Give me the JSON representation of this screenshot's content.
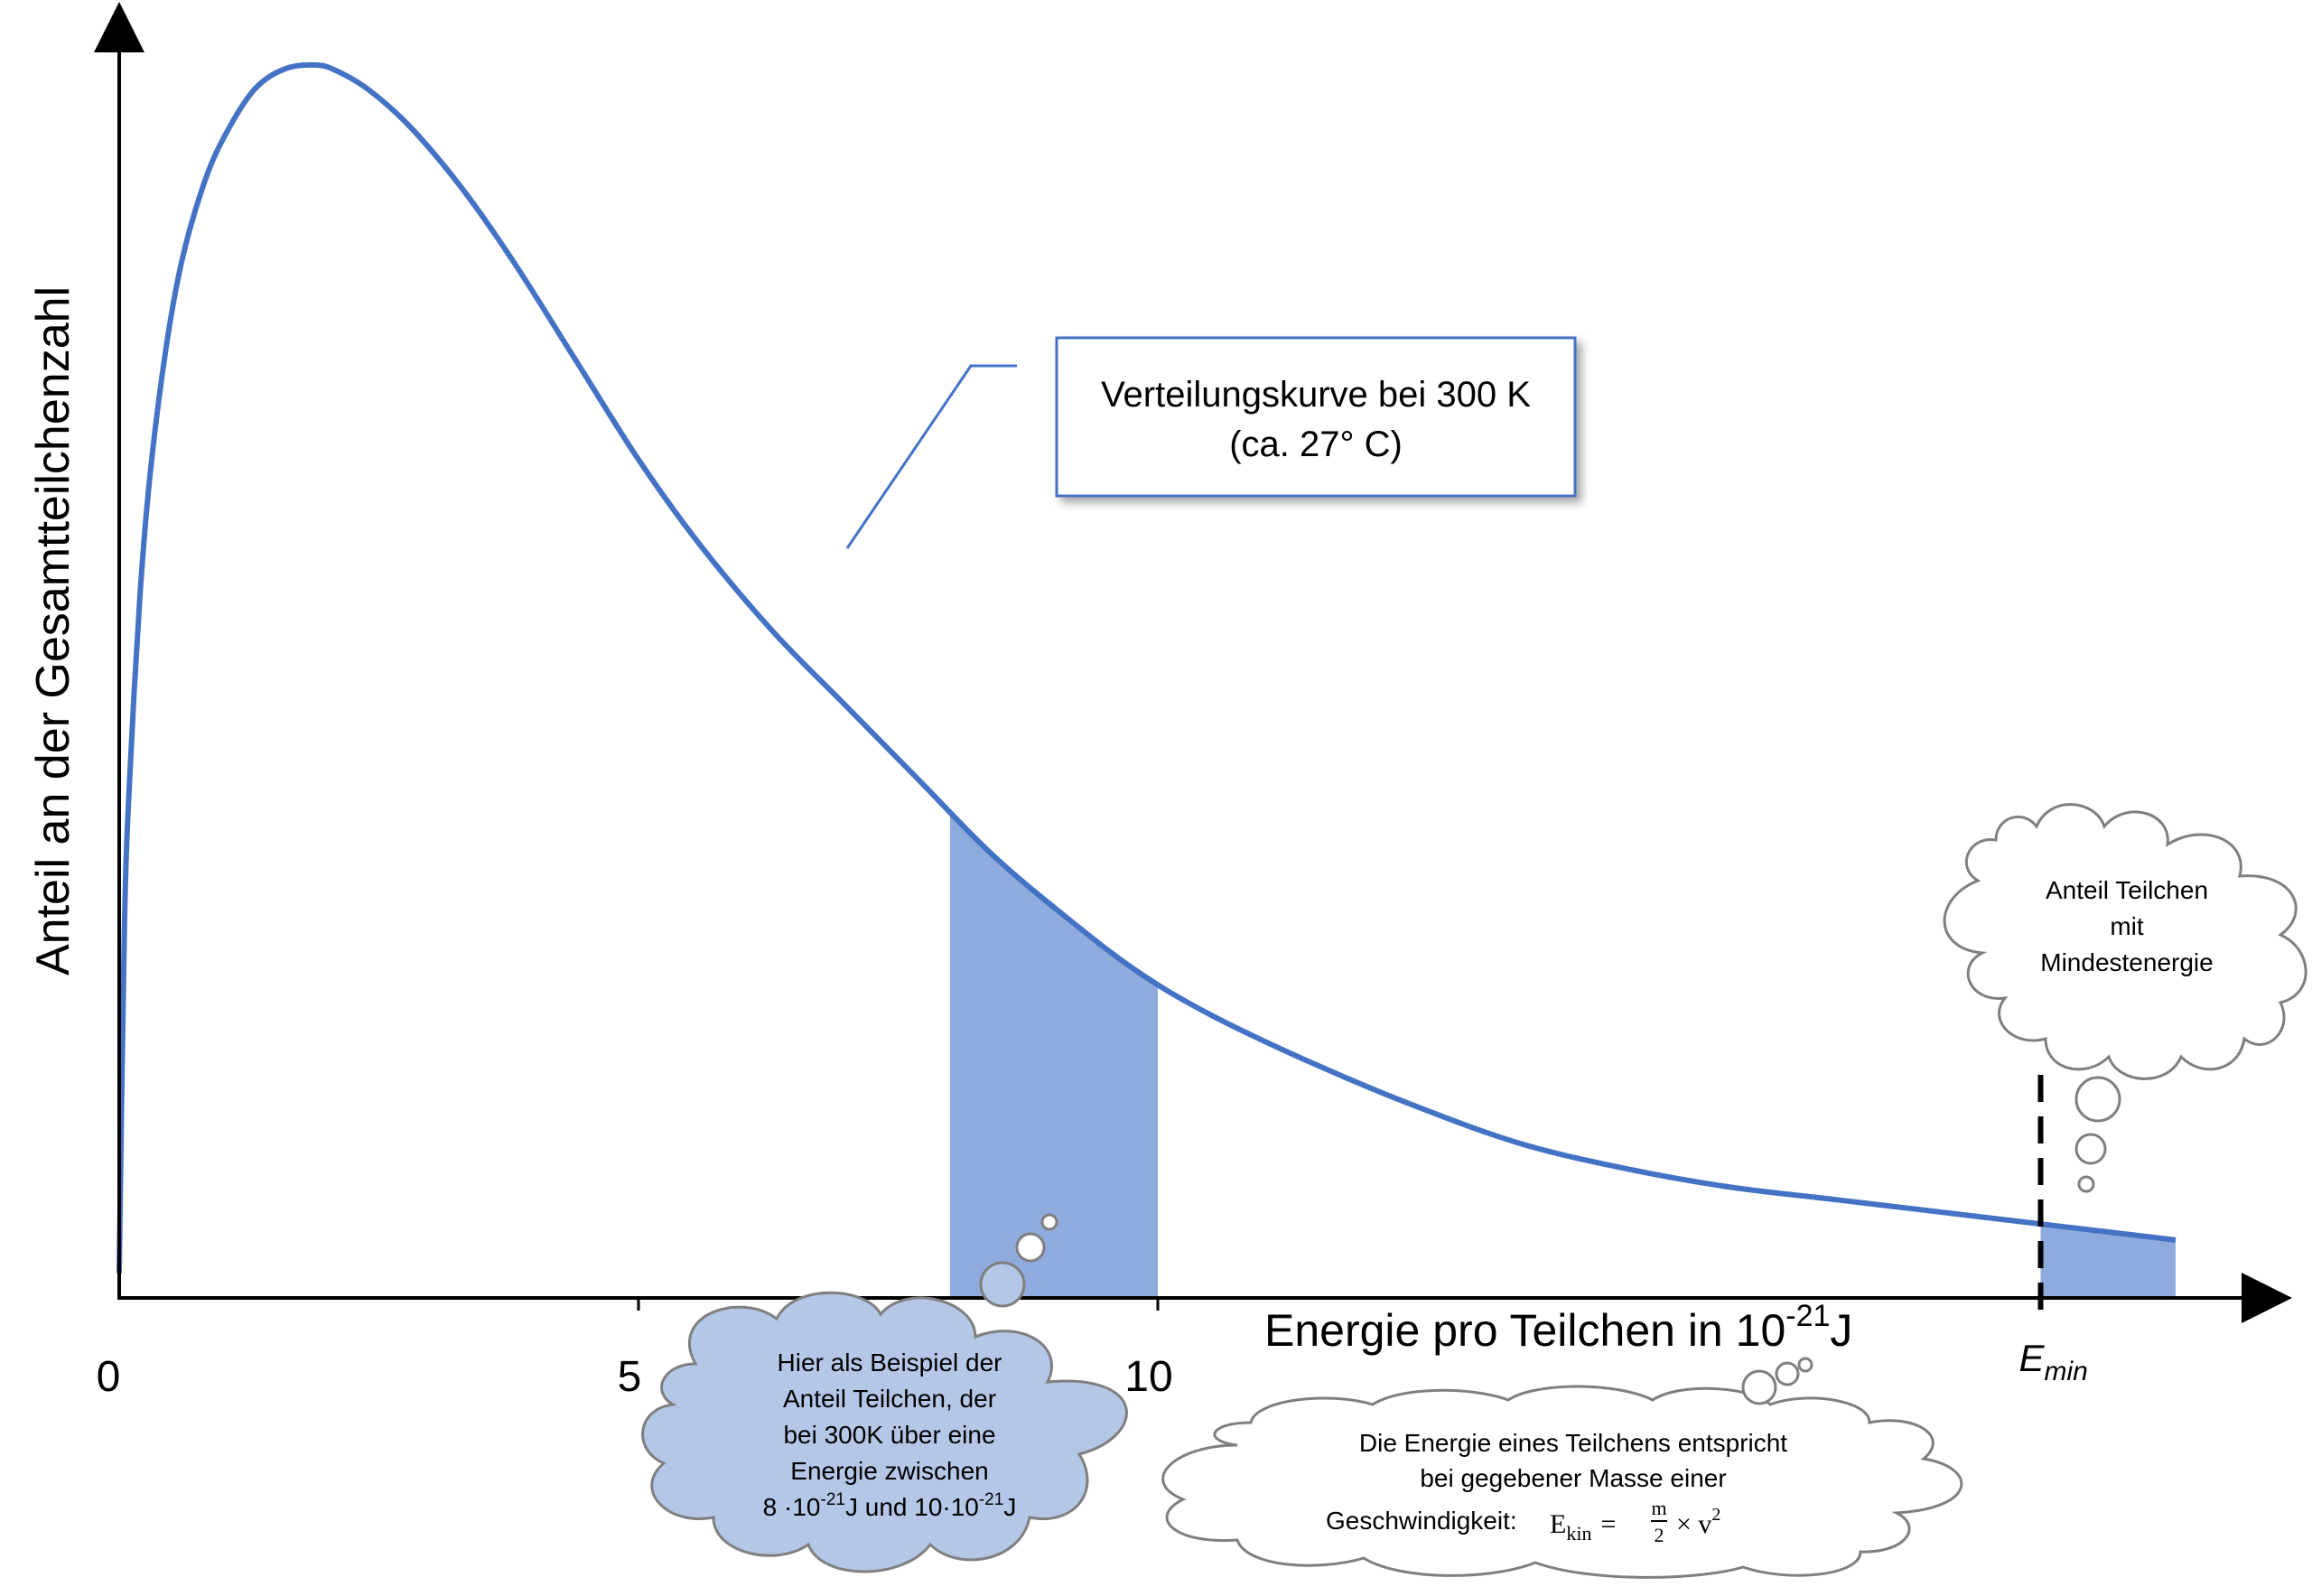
{
  "chart_data": {
    "type": "area",
    "xlabel_main": "Energie pro Teilchen in 10",
    "xlabel_exp": "-21",
    "xlabel_unit": "J",
    "ylabel": "Anteil an der Gesamtteilchenzahl",
    "x_ticks": [
      "0",
      "5",
      "10"
    ],
    "x_tick_values": [
      0,
      5,
      10
    ],
    "emin_label_main": "E",
    "emin_label_sub": "min",
    "emin_value": 18.5,
    "xlim": [
      0,
      20.8
    ],
    "ylim": [
      0,
      1.0
    ],
    "legend": "none",
    "grid": false,
    "series": [
      {
        "color": "#4472c4",
        "x": [
          0,
          0.05,
          0.1,
          0.2,
          0.3,
          0.45,
          0.6,
          0.8,
          1.0,
          1.3,
          1.6,
          1.9,
          2.1,
          2.4,
          2.8,
          3.3,
          3.8,
          4.4,
          5.0,
          5.6,
          6.3,
          7.0,
          7.7,
          8.4,
          9.1,
          9.8,
          10.5,
          11.5,
          12.5,
          13.5,
          14.5,
          15.5,
          16.5,
          17.5,
          18.5,
          19.3,
          19.8
        ],
        "y": [
          0.02,
          0.3,
          0.42,
          0.57,
          0.67,
          0.77,
          0.84,
          0.9,
          0.94,
          0.98,
          0.997,
          1.0,
          0.995,
          0.98,
          0.95,
          0.9,
          0.84,
          0.76,
          0.68,
          0.61,
          0.54,
          0.48,
          0.42,
          0.36,
          0.31,
          0.265,
          0.23,
          0.19,
          0.155,
          0.125,
          0.105,
          0.09,
          0.08,
          0.07,
          0.06,
          0.052,
          0.047
        ]
      }
    ],
    "shaded_regions": [
      {
        "from": 8,
        "to": 10,
        "color": "#8faadc"
      },
      {
        "from": 18.5,
        "to": 19.8,
        "color": "#8faadc"
      }
    ]
  },
  "callout": {
    "line1": "Verteilungskurve bei 300 K",
    "line2": "(ca. 27° C)"
  },
  "cloud_example": {
    "line1": "Hier als Beispiel der",
    "line2": "Anteil Teilchen, der",
    "line3": "bei 300K über eine",
    "line4": "Energie zwischen",
    "line5_a": "8 ·10",
    "line5_exp": "-21",
    "line5_b": "J und 10·10",
    "line5_exp2": "-21",
    "line5_c": "J"
  },
  "cloud_emin": {
    "line1": "Anteil Teilchen",
    "line2": "mit",
    "line3": "Mindestenergie"
  },
  "cloud_formula": {
    "line1": "Die Energie eines Teilchens entspricht",
    "line2": "bei gegebener Masse einer",
    "line3": "Geschwindigkeit:",
    "formula_E": "E",
    "formula_kin": "kin",
    "formula_eq": "=",
    "formula_num": "m",
    "formula_den": "2",
    "formula_times": "× v",
    "formula_sq": "2"
  },
  "colors": {
    "curve": "#4472c4",
    "shade": "#8faadc",
    "cloud_fill": "#b4c7e7",
    "cloud_stroke": "#7f7f7f",
    "callout_border": "#4472c4"
  }
}
